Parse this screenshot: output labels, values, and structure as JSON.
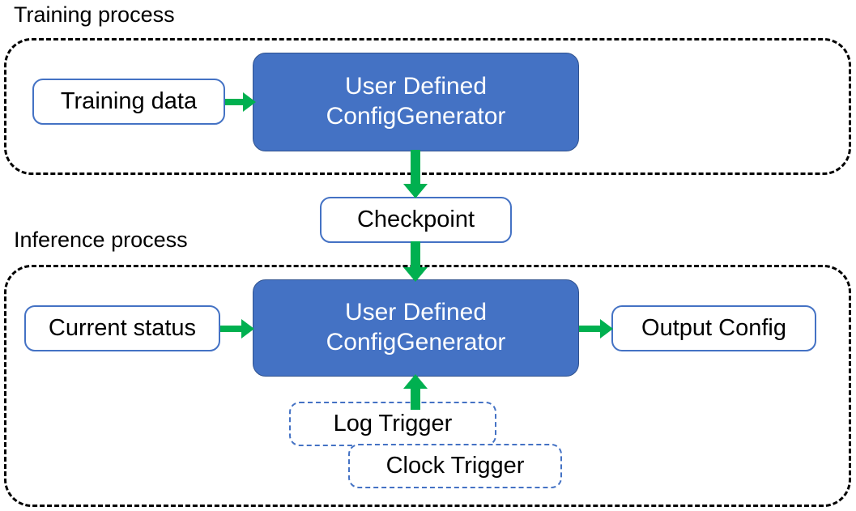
{
  "diagram": {
    "title_training": "Training process",
    "title_inference": "Inference process",
    "colors": {
      "process_fill": "#4472C4",
      "process_border": "#2F528F",
      "box_border": "#4472C4",
      "arrow": "#00B050",
      "container_border": "#000000",
      "text_dark": "#000000",
      "text_light": "#FFFFFF",
      "background": "#FFFFFF"
    },
    "training": {
      "container_label": "Training process",
      "nodes": {
        "training_data": "Training data",
        "generator_line1": "User Defined",
        "generator_line2": "ConfigGenerator"
      }
    },
    "checkpoint": {
      "label": "Checkpoint"
    },
    "inference": {
      "container_label": "Inference process",
      "nodes": {
        "current_status": "Current status",
        "generator_line1": "User Defined",
        "generator_line2": "ConfigGenerator",
        "output_config": "Output Config",
        "log_trigger": "Log Trigger",
        "clock_trigger": "Clock Trigger"
      }
    },
    "edges": [
      {
        "name": "training-data-to-generator",
        "from": "Training data",
        "to": "User Defined ConfigGenerator",
        "direction": "right"
      },
      {
        "name": "generator-to-checkpoint",
        "from": "User Defined ConfigGenerator",
        "to": "Checkpoint",
        "direction": "down"
      },
      {
        "name": "checkpoint-to-generator",
        "from": "Checkpoint",
        "to": "User Defined ConfigGenerator",
        "direction": "down"
      },
      {
        "name": "current-status-to-generator",
        "from": "Current status",
        "to": "User Defined ConfigGenerator",
        "direction": "right"
      },
      {
        "name": "generator-to-output-config",
        "from": "User Defined ConfigGenerator",
        "to": "Output Config",
        "direction": "right"
      },
      {
        "name": "triggers-to-generator",
        "from": "Log Trigger / Clock Trigger",
        "to": "User Defined ConfigGenerator",
        "direction": "up"
      }
    ]
  }
}
